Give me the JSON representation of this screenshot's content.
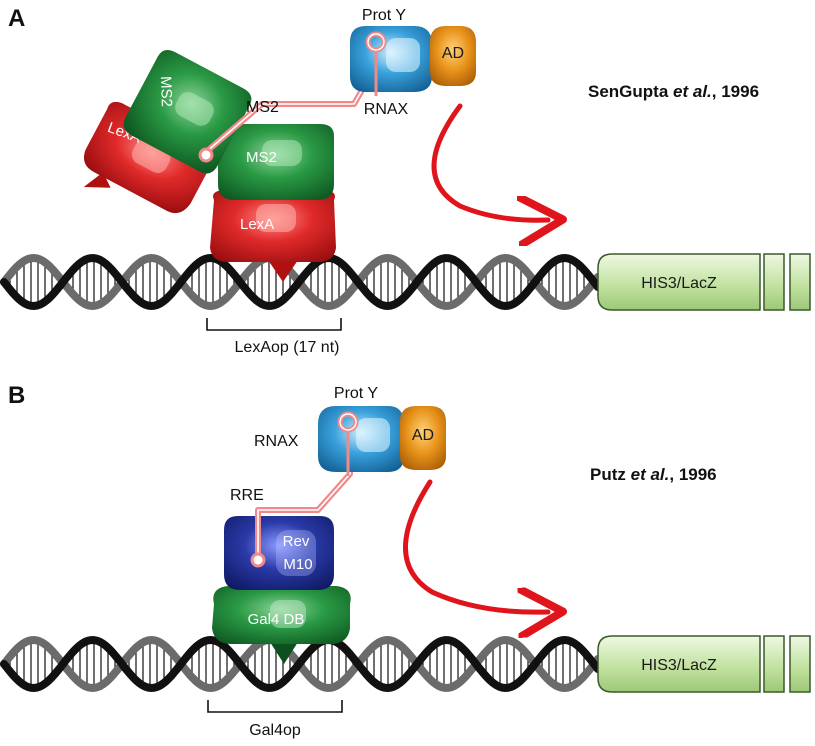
{
  "panel_a": {
    "letter": "A",
    "citation_author": "SenGupta",
    "citation_etal": "et al.",
    "citation_year": ", 1996",
    "prot_y": "Prot Y",
    "ad": "AD",
    "rnax": "RNAX",
    "ms2_rna": "MS2",
    "ms2_upper": "MS2",
    "ms2_lower": "MS2",
    "lexa_upper": "LexA",
    "lexa_lower": "LexA",
    "reporter": "HIS3/LacZ",
    "operator": "LexAop (17 nt)"
  },
  "panel_b": {
    "letter": "B",
    "citation_author": "Putz",
    "citation_etal": "et al.",
    "citation_year": ", 1996",
    "prot_y": "Prot Y",
    "ad": "AD",
    "rnax": "RNAX",
    "rre": "RRE",
    "rev_line1": "Rev",
    "rev_line2": "M10",
    "gal4": "Gal4 DB",
    "reporter": "HIS3/LacZ",
    "operator": "Gal4op"
  },
  "colors": {
    "red_protein": "#d0161b",
    "green_protein": "#1e8a3a",
    "blue_protein": "#2a8fc8",
    "orange_ad": "#e08a10",
    "navy_rev": "#1c2a8c",
    "arrow_red": "#e0141b",
    "reporter_green": "#c4e3a6",
    "rna_pink": "#f08a8a",
    "dna_black": "#111111",
    "dna_gray": "#6b6b6b"
  }
}
